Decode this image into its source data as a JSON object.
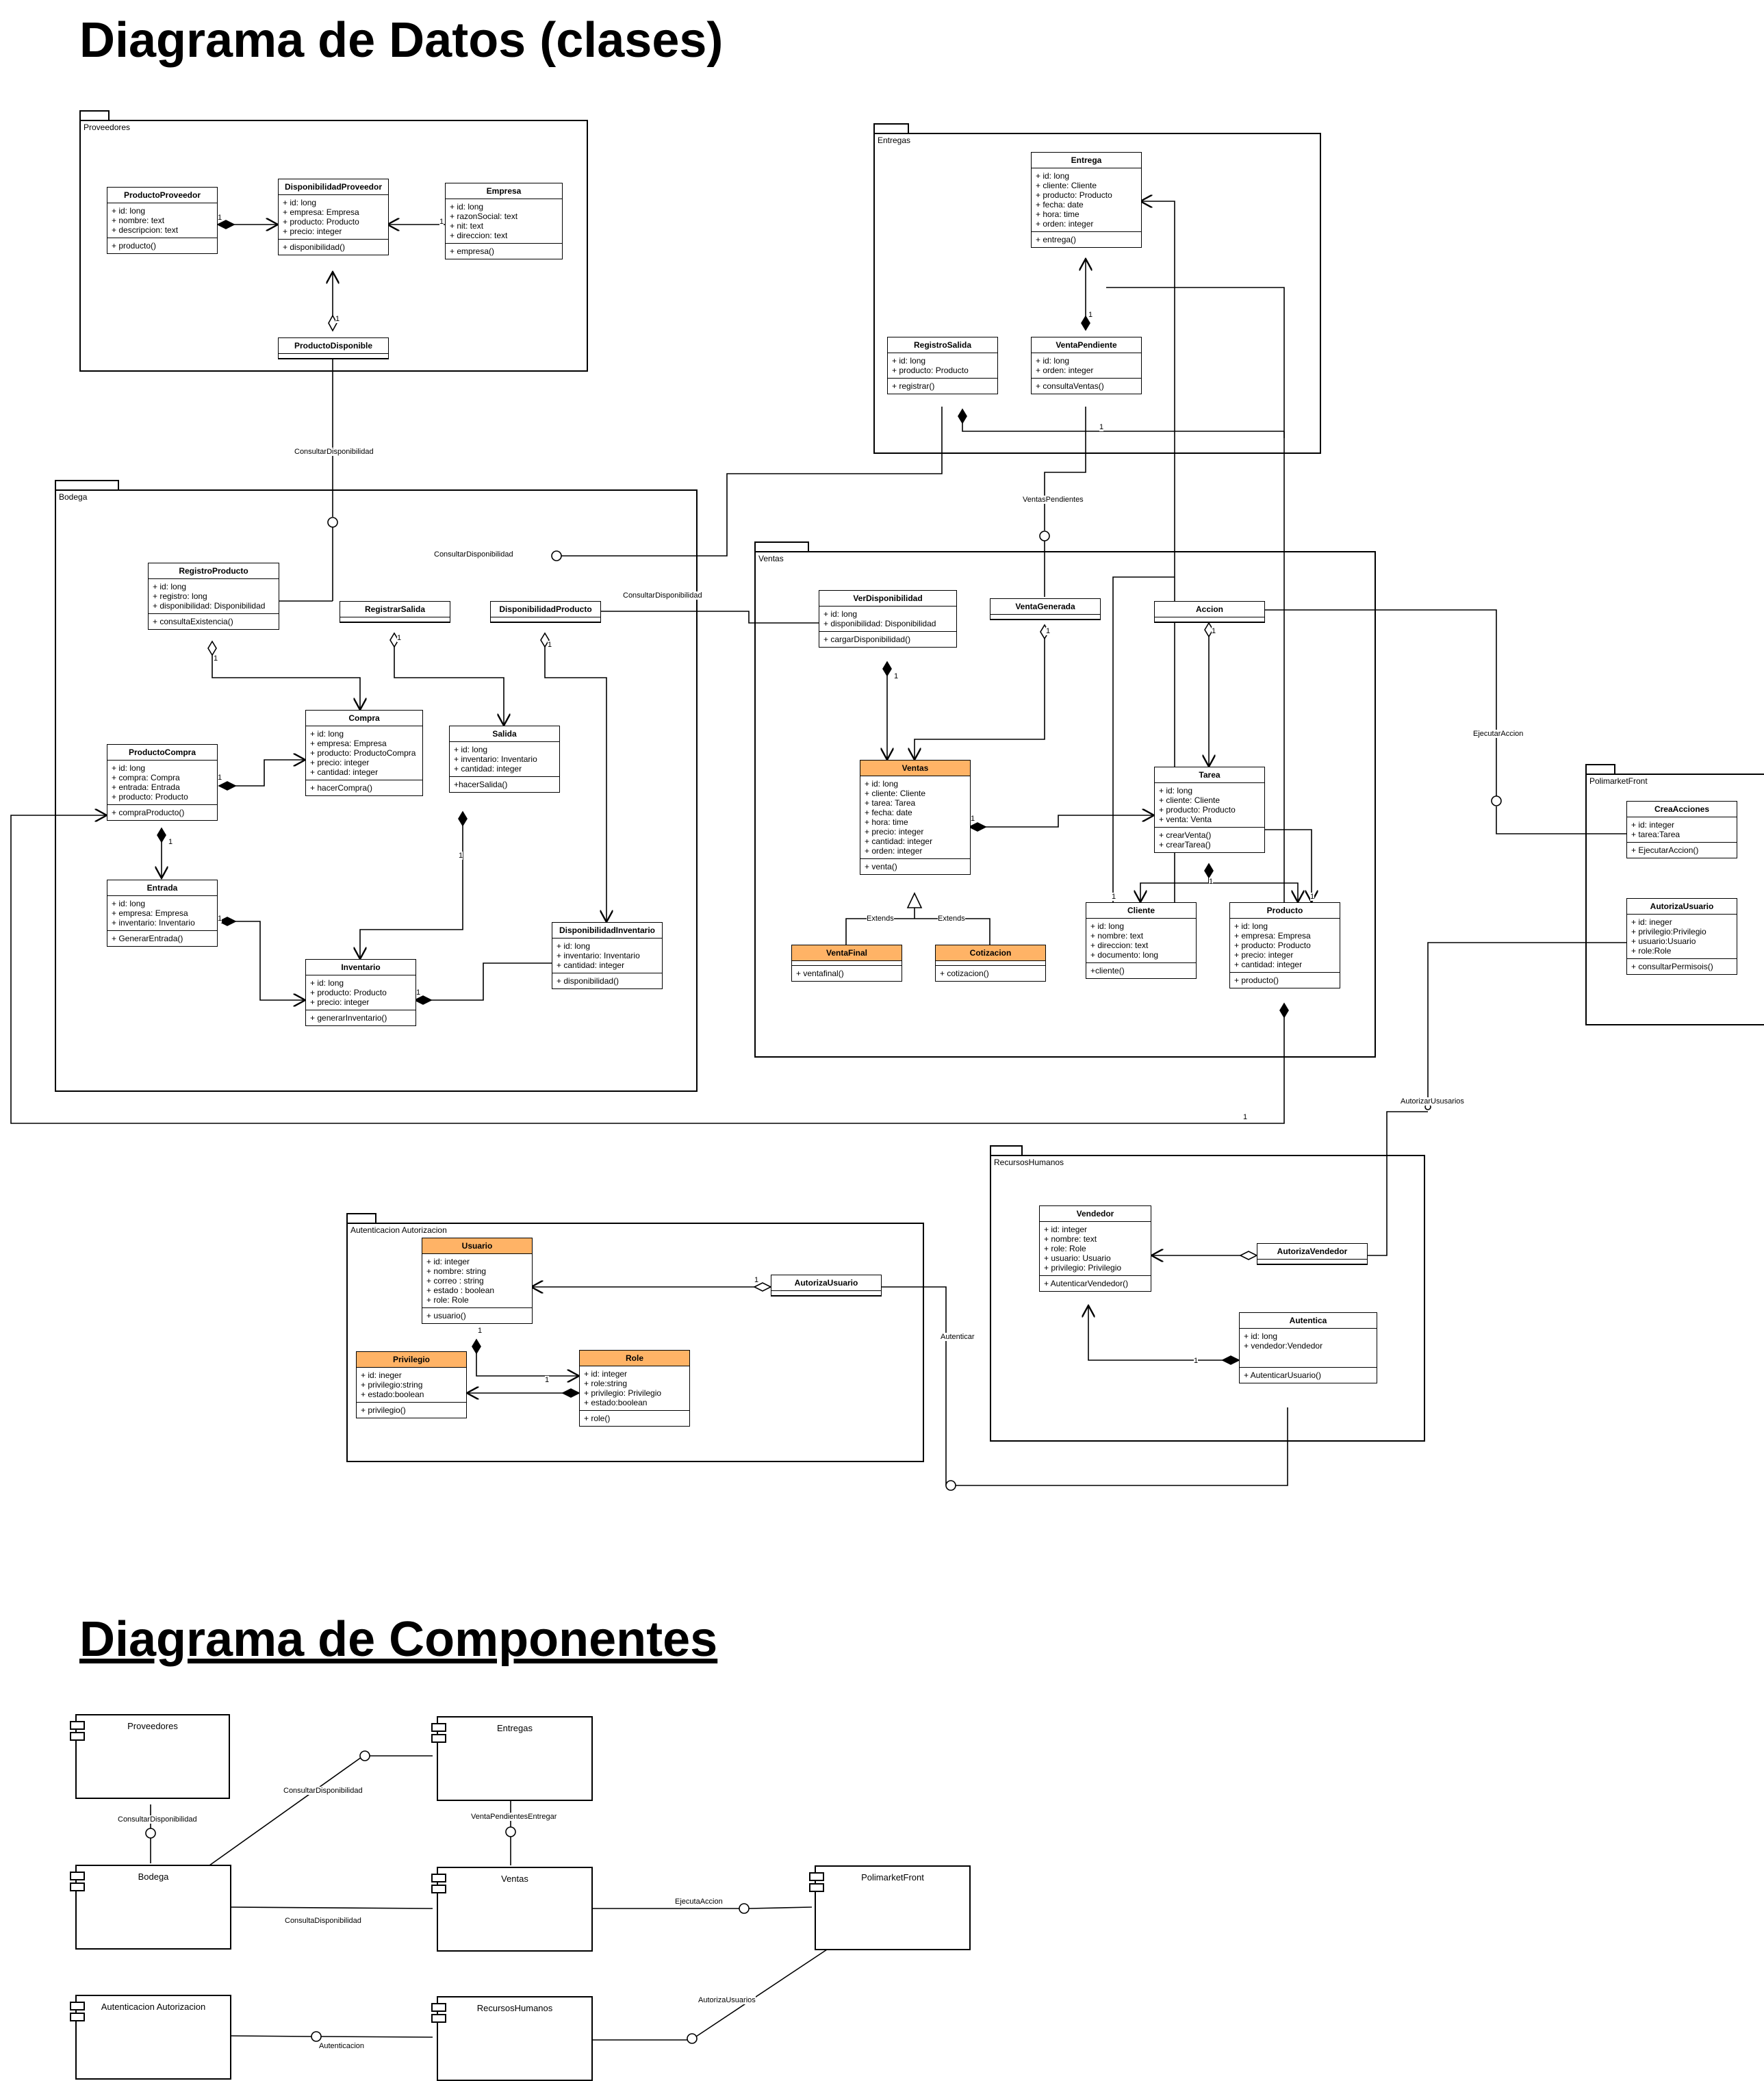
{
  "titles": {
    "classes": "Diagrama de Datos (clases)",
    "components": "Diagrama de Componentes "
  },
  "packages": {
    "proveedores": "Proveedores",
    "entregas": "Entregas",
    "bodega": "Bodega",
    "ventas": "Ventas",
    "polimarket": "PolimarketFront",
    "rrhh": "RecursosHumanos",
    "auth": "Autenticacion Autorizacion"
  },
  "classes": {
    "productoProveedor": {
      "name": "ProductoProveedor",
      "attrs": "+ id: long\n+ nombre: text\n+ descripcion: text",
      "ops": "+ producto()"
    },
    "disponibilidadProveedor": {
      "name": "DisponibilidadProveedor",
      "attrs": "+ id: long\n+ empresa: Empresa\n+ producto: Producto\n+ precio: integer",
      "ops": "+ disponibilidad()"
    },
    "empresa": {
      "name": "Empresa",
      "attrs": "+ id: long\n+ razonSocial: text\n+ nit: text\n+ direccion: text",
      "ops": "+ empresa()"
    },
    "productoDisponible": {
      "name": "ProductoDisponible"
    },
    "entrega": {
      "name": "Entrega",
      "attrs": "+ id: long\n+ cliente: Cliente\n+ producto: Producto\n+ fecha: date\n+ hora: time\n+ orden: integer",
      "ops": "+ entrega()"
    },
    "registroSalida": {
      "name": "RegistroSalida",
      "attrs": "+ id: long\n+ producto: Producto",
      "ops": "+ registrar()"
    },
    "ventaPendiente": {
      "name": "VentaPendiente",
      "attrs": "+ id: long\n+ orden: integer",
      "ops": "+ consultaVentas()"
    },
    "registroProducto": {
      "name": "RegistroProducto",
      "attrs": "+ id: long\n+ registro: long\n+ disponibilidad: Disponibilidad",
      "ops": "+ consultaExistencia()"
    },
    "registrarSalida": {
      "name": "RegistrarSalida"
    },
    "disponibilidadProducto": {
      "name": "DisponibilidadProducto"
    },
    "compra": {
      "name": "Compra",
      "attrs": "+ id: long\n+ empresa: Empresa\n+ producto: ProductoCompra\n+ precio: integer\n+ cantidad: integer",
      "ops": "+ hacerCompra()"
    },
    "salida": {
      "name": "Salida",
      "attrs": "+ id: long\n+ inventario: Inventario\n+ cantidad: integer",
      "ops": "+hacerSalida()"
    },
    "productoCompra": {
      "name": "ProductoCompra",
      "attrs": "+ id: long\n+ compra: Compra\n+ entrada: Entrada\n+ producto: Producto",
      "ops": "+ compraProducto()"
    },
    "entrada": {
      "name": "Entrada",
      "attrs": "+ id: long\n+ empresa: Empresa\n+ inventario: Inventario",
      "ops": "+ GenerarEntrada()"
    },
    "inventario": {
      "name": "Inventario",
      "attrs": "+ id: long\n+ producto: Producto\n+ precio: integer",
      "ops": "+ generarInventario()"
    },
    "disponibilidadInventario": {
      "name": "DisponibilidadInventario",
      "attrs": "+ id: long\n+ inventario: Inventario\n+ cantidad: integer",
      "ops": "+ disponibilidad()"
    },
    "verDisponibilidad": {
      "name": "VerDisponibilidad",
      "attrs": "+ id: long\n+ disponibilidad: Disponibilidad",
      "ops": "+ cargarDisponibilidad()"
    },
    "ventaGenerada": {
      "name": "VentaGenerada"
    },
    "accion": {
      "name": "Accion"
    },
    "ventas": {
      "name": "Ventas",
      "attrs": "+ id: long\n+ cliente: Cliente\n+ tarea: Tarea\n+ fecha: date\n+ hora: time\n+ precio: integer\n+ cantidad: integer\n+ orden: integer",
      "ops": "+ venta()"
    },
    "tarea": {
      "name": "Tarea",
      "attrs": "+ id: long\n+ cliente: Cliente\n+ producto: Producto\n+ venta: Venta",
      "ops": "+ crearVenta()\n+ crearTarea()"
    },
    "cliente": {
      "name": "Cliente",
      "attrs": "+ id: long\n+ nombre: text\n+ direccion: text\n+ documento: long",
      "ops": "+cliente()"
    },
    "producto": {
      "name": "Producto",
      "attrs": "+ id: long\n+ empresa: Empresa\n+ producto: Producto\n+ precio: integer\n+ cantidad: integer",
      "ops": "+ producto()"
    },
    "ventaFinal": {
      "name": "VentaFinal",
      "ops": "+ ventafinal()"
    },
    "cotizacion": {
      "name": "Cotizacion",
      "ops": "+ cotizacion()"
    },
    "creaAcciones": {
      "name": "CreaAcciones",
      "attrs": "+ id: integer\n+ tarea:Tarea",
      "ops": "+ EjecutarAccion()"
    },
    "autorizaUsuarioPF": {
      "name": "AutorizaUsuario",
      "attrs": "+ id: ineger\n+ privilegio:Privilegio\n+ usuario:Usuario\n+ role:Role",
      "ops": "+ consultarPermisois()"
    },
    "vendedor": {
      "name": "Vendedor",
      "attrs": "+ id: integer\n+ nombre: text\n+ role: Role\n+ usuario: Usuario\n+ privilegio: Privilegio",
      "ops": "+ AutenticarVendedor()"
    },
    "autorizaVendedor": {
      "name": "AutorizaVendedor"
    },
    "autentica": {
      "name": "Autentica",
      "attrs": "+ id: long\n+ vendedor:Vendedor",
      "ops": "+ AutenticarUsuario()"
    },
    "usuario": {
      "name": "Usuario",
      "attrs": "+ id: integer\n+ nombre: string\n+ correo : string\n+ estado : boolean\n+ role: Role",
      "ops": "+ usuario()"
    },
    "autorizaUsuario": {
      "name": "AutorizaUsuario"
    },
    "privilegio": {
      "name": "Privilegio",
      "attrs": "+ id: ineger\n+ privilegio:string\n+ estado:boolean",
      "ops": "+ privilegio()"
    },
    "role": {
      "name": "Role",
      "attrs": "+ id: integer\n+ role:string\n+ privilegio: Privilegio\n+ estado:boolean",
      "ops": "+ role()"
    }
  },
  "connector_labels": {
    "consultarDisponibilidad": "ConsultarDisponibilidad",
    "ventasPendientes": "VentasPendientes",
    "ejecutarAccion": "EjecutarAccion",
    "autorizarUsuarios": "AutorizarUsusarios",
    "autenticar": "Autenticar",
    "extends": "Extends",
    "one": "1"
  },
  "components": {
    "proveedores": "Proveedores",
    "entregas": "Entregas",
    "bodega": "Bodega",
    "ventas": "Ventas",
    "polimarket": "PolimarketFront",
    "auth": "Autenticacion Autorizacion",
    "rrhh": "RecursosHumanos"
  },
  "component_labels": {
    "consultaDisp1": "ConsultarDisponibilidad",
    "consultaDisp2": "ConsultarDisponibilidad",
    "consultaDisp3": "ConsultaDisponibilidad",
    "ventaPendientes": "VentaPendientesEntregar",
    "ejecutaAccion": "EjecutaAccion",
    "autorizaUsuarios": "AutorizaUsuarios",
    "autenticacion": "Autenticacion"
  }
}
